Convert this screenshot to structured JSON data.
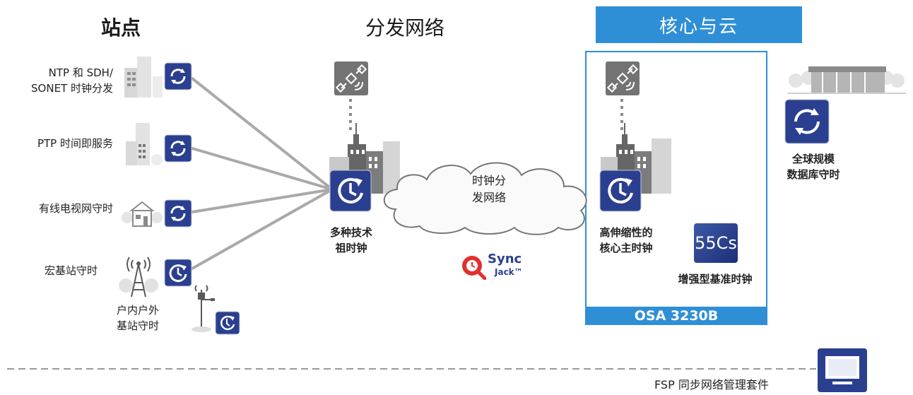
{
  "headings": {
    "sites": "站点",
    "distribution": "分发网络",
    "core": "核心与云"
  },
  "sites": [
    {
      "line1": "NTP 和 SDH/",
      "line2": "SONET 时钟分发"
    },
    {
      "line1": "PTP 时间即服务",
      "line2": ""
    },
    {
      "line1": "有线电视网守时",
      "line2": ""
    },
    {
      "line1": "宏基站守时",
      "line2": ""
    }
  ],
  "indoor": {
    "line1": "户内户外",
    "line2": "基站守时"
  },
  "aggregation_clock": {
    "line1": "多种技术",
    "line2": "祖时钟"
  },
  "cloud_label": {
    "line1": "时钟分",
    "line2": "发网络"
  },
  "syncjack": {
    "sync": "Sync",
    "jack": "Jack™"
  },
  "core_master": {
    "line1": "高伸缩性的",
    "line2": "核心主时钟"
  },
  "cesium": {
    "badge": "55Cs",
    "label": "增强型基准时钟"
  },
  "product": "OSA 3230B",
  "global_db": {
    "line1": "全球规模",
    "line2": "数据库守时"
  },
  "management": "FSP 同步网络管理套件",
  "colors": {
    "accent": "#2f8fd6",
    "icon_blue": "#2a3f8f",
    "line_grey": "#a9a9a9",
    "syncjack_red": "#e0302f"
  }
}
